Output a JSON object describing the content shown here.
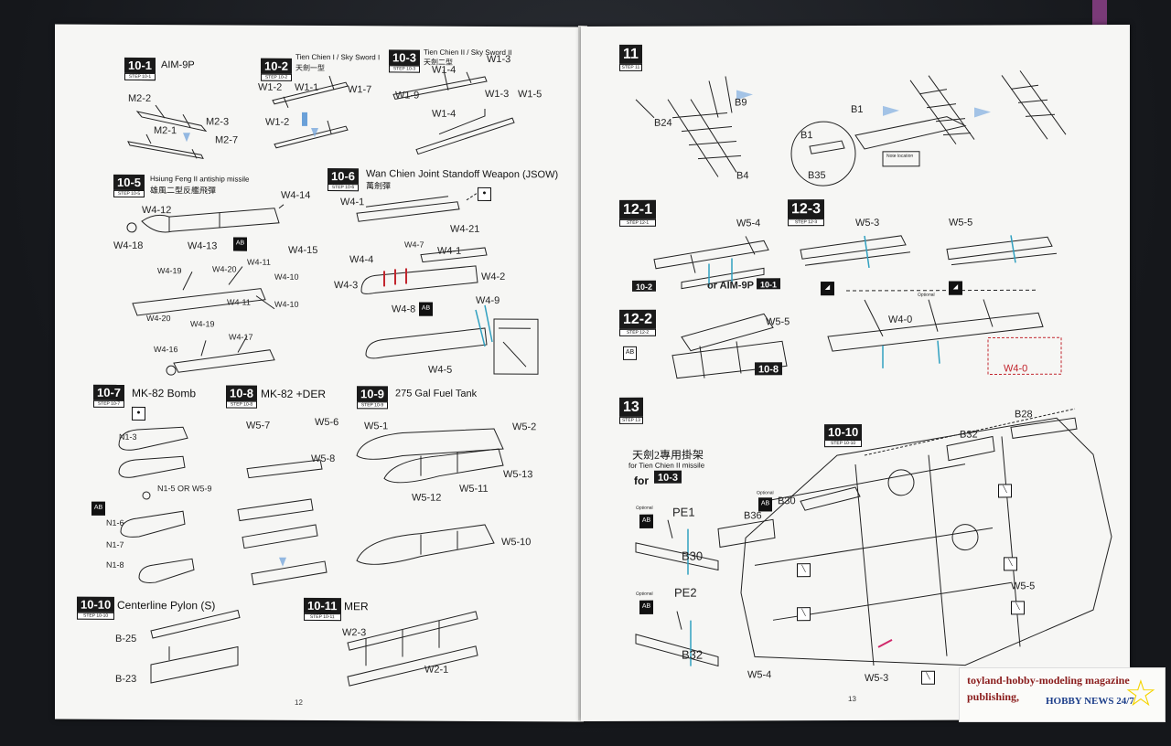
{
  "left_page": {
    "page_number": "12",
    "steps": [
      {
        "id": "10-1",
        "sub": "STEP 10-1",
        "title": "AIM-9P",
        "labels": [
          "M2-2",
          "M2-3",
          "M2-1",
          "M2-7"
        ]
      },
      {
        "id": "10-2",
        "sub": "STEP 10-2",
        "title": "Tien Chien I / Sky Sword I",
        "title2": "天劍一型",
        "labels": [
          "W1-2",
          "W1-1",
          "W1-7",
          "W1-2"
        ]
      },
      {
        "id": "10-3",
        "sub": "STEP 10-3",
        "title": "Tien Chien II / Sky Sword II",
        "title2": "天劍二型",
        "labels": [
          "W1-4",
          "W1-3",
          "W1-9",
          "W1-3",
          "W1-5",
          "W1-4"
        ]
      },
      {
        "id": "10-5",
        "sub": "STEP 10-5",
        "title": "Hsiung Feng II antiship missile",
        "title2": "雄風二型反艦飛彈",
        "labels": [
          "W4-12",
          "W4-14",
          "W4-18",
          "W4-13",
          "W4-15",
          "W4-19",
          "W4-20",
          "W4-11",
          "W4-10",
          "W4-11",
          "W4-10",
          "W4-20",
          "W4-19",
          "W4-17",
          "W4-16"
        ]
      },
      {
        "id": "10-6",
        "sub": "STEP 10-6",
        "title": "Wan Chien Joint Standoff Weapon (JSOW)",
        "title2": "萬劍彈",
        "labels": [
          "W4-1",
          "W4-21",
          "W4-7",
          "W4-4",
          "W4-1",
          "W4-2",
          "W4-3",
          "W4-8",
          "W4-9",
          "W4-5"
        ]
      },
      {
        "id": "10-7",
        "sub": "STEP 10-7",
        "title": "MK-82 Bomb",
        "labels": [
          "N1-3",
          "N1-5 OR W5-9",
          "N1-6",
          "N1-7",
          "N1-8"
        ]
      },
      {
        "id": "10-8",
        "sub": "STEP 10-8",
        "title": "MK-82 +DER",
        "labels": [
          "W5-7",
          "W5-6",
          "W5-8"
        ]
      },
      {
        "id": "10-9",
        "sub": "STEP 10-9",
        "title": "275 Gal Fuel Tank",
        "labels": [
          "W5-1",
          "W5-2",
          "W5-11",
          "W5-13",
          "W5-12",
          "W5-10"
        ]
      },
      {
        "id": "10-10",
        "sub": "STEP 10-10",
        "title": "Centerline Pylon (S)",
        "labels": [
          "B-25",
          "B-23"
        ]
      },
      {
        "id": "10-11",
        "sub": "STEP 10-11",
        "title": "MER",
        "labels": [
          "W2-3",
          "W2-1"
        ]
      }
    ]
  },
  "right_page": {
    "page_number": "13",
    "steps": [
      {
        "id": "11",
        "sub": "STEP 11",
        "labels": [
          "B9",
          "B24",
          "B4",
          "B1",
          "B1",
          "B35",
          "Note location"
        ]
      },
      {
        "id": "12-1",
        "sub": "STEP 12-1",
        "labels": [
          "W5-4",
          "10-2",
          "or AIM-9P",
          "10-1"
        ]
      },
      {
        "id": "12-3",
        "sub": "STEP 12-3",
        "labels": [
          "W5-3",
          "W5-5",
          "Optional",
          "W4-0",
          "W4-0"
        ]
      },
      {
        "id": "12-2",
        "sub": "STEP 12-2",
        "labels": [
          "W5-5",
          "10-8"
        ]
      },
      {
        "id": "13",
        "sub": "STEP 13",
        "title": "天劍2專用掛架",
        "title2": "for Tien Chien II missile",
        "for_label": "for",
        "for_step": "10-3",
        "labels": [
          "PE1",
          "B30",
          "PE2",
          "B32",
          "Optional",
          "Optional"
        ]
      },
      {
        "id": "10-10",
        "sub": "STEP 10-10",
        "labels": [
          "B32",
          "B28",
          "B30",
          "B36",
          "W5-5",
          "W5-4",
          "W5-3",
          "Optional"
        ]
      }
    ]
  },
  "watermark": {
    "line1": "toyland-hobby-modeling magazine",
    "line2": "publishing,",
    "line3": "HOBBY NEWS 24/7"
  },
  "icons": {
    "star": "star-icon",
    "optional": "optional-ab-icon",
    "glue": "cement-icon",
    "no": "no-glue-icon"
  }
}
